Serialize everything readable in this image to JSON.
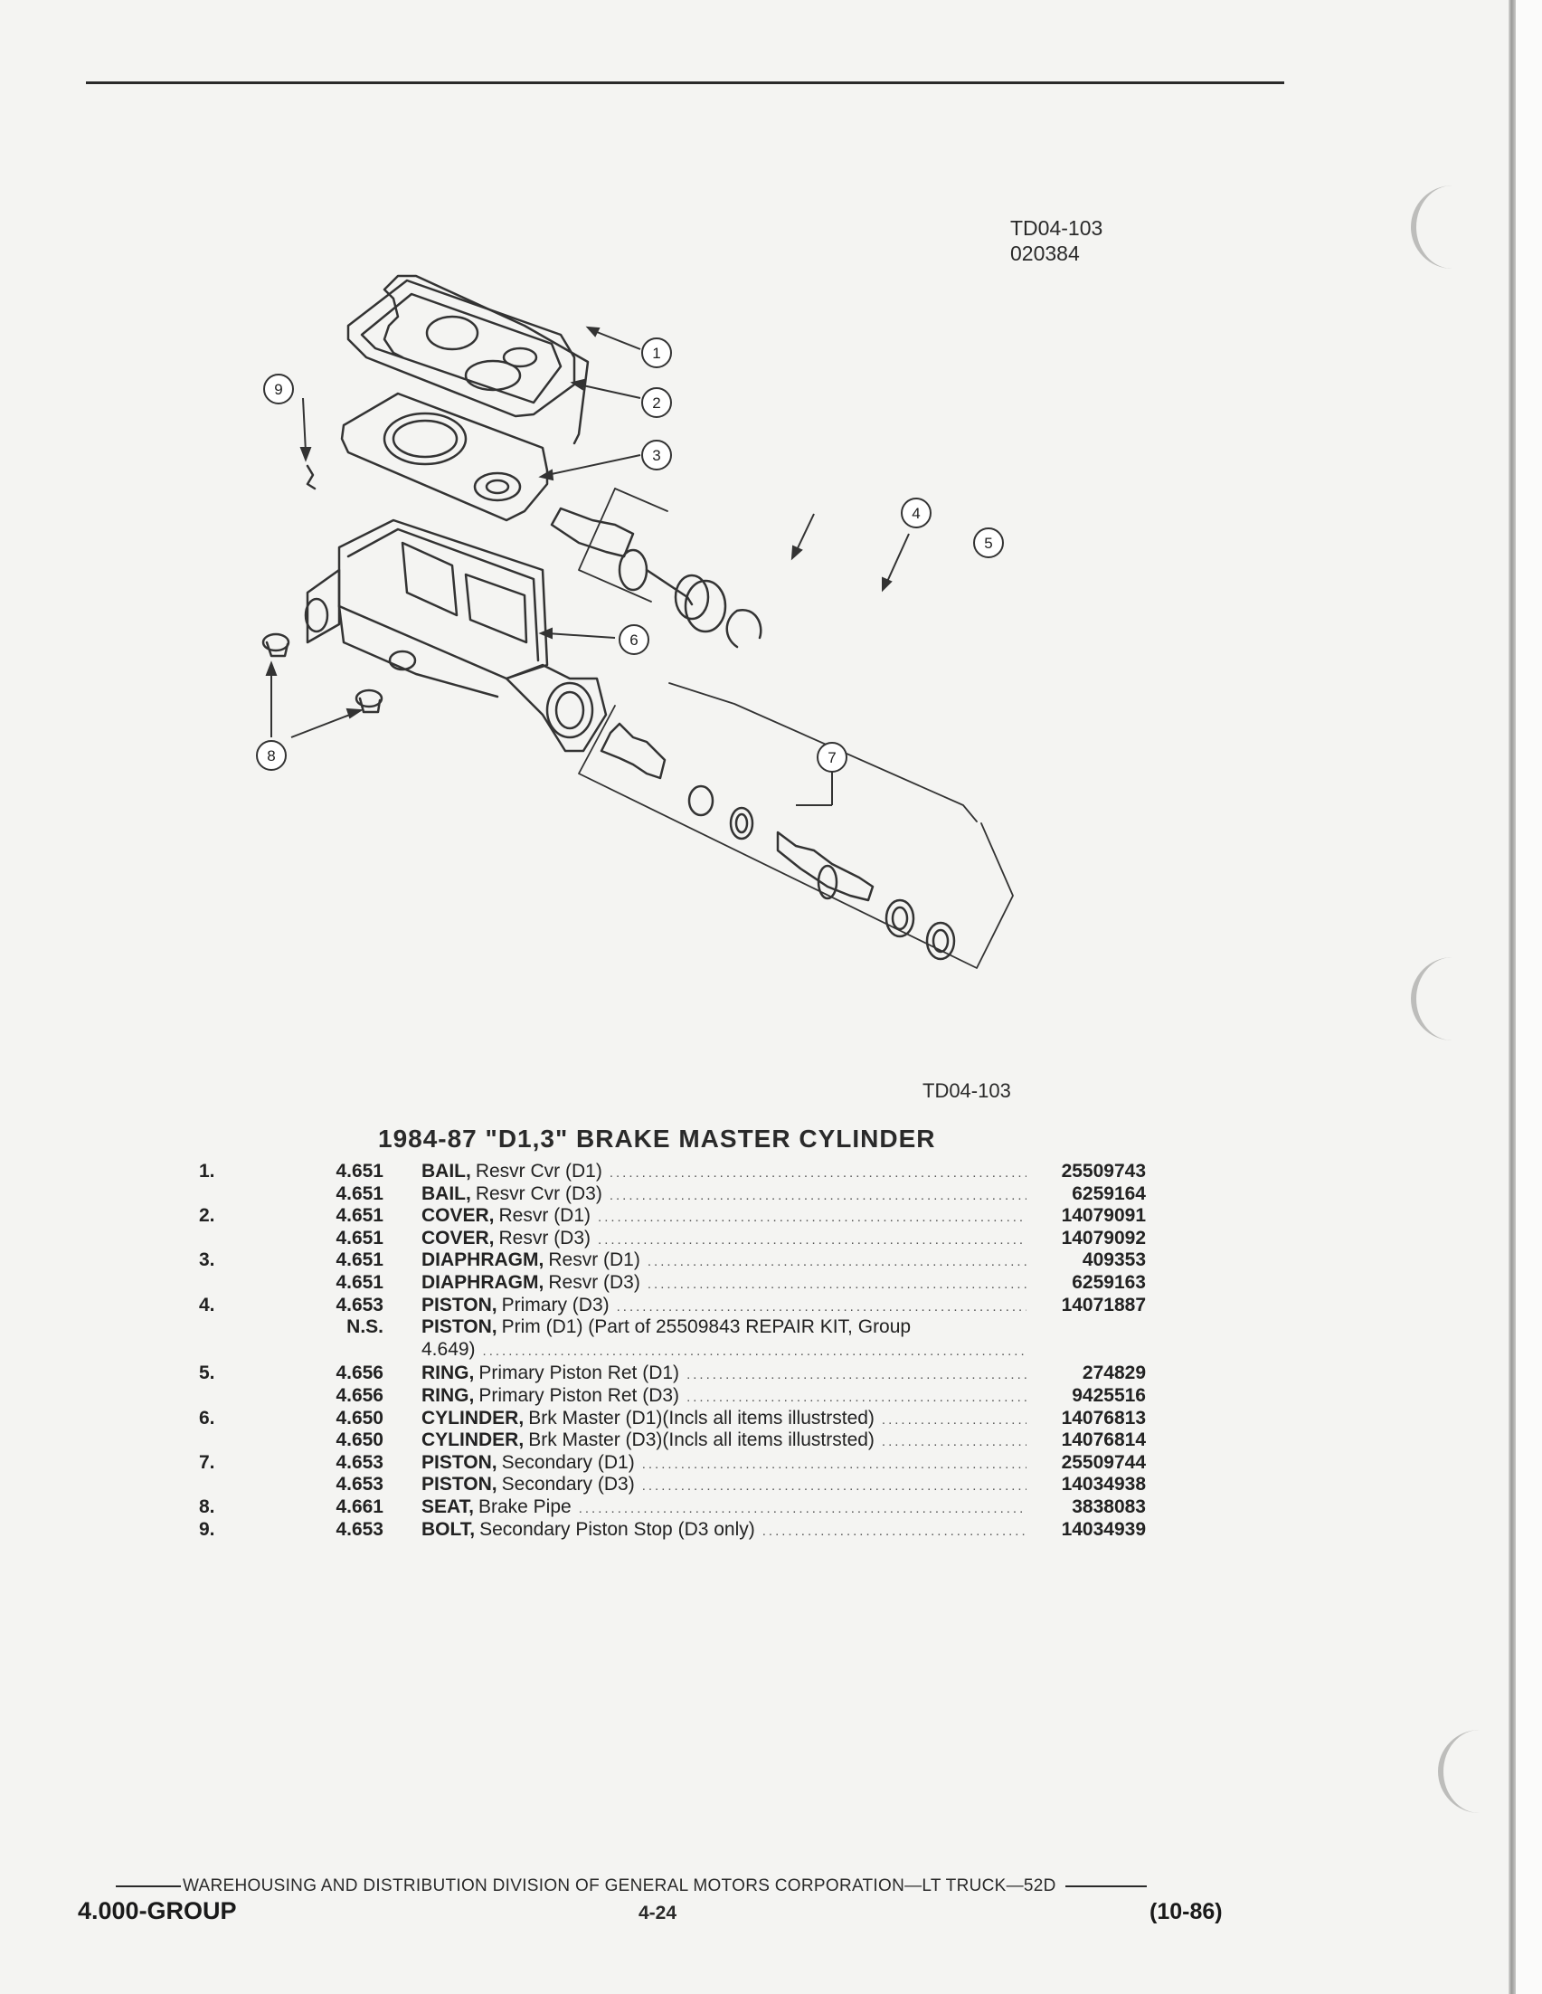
{
  "figure": {
    "ref_top": "TD04-103",
    "ref_date": "020384",
    "ref_bottom": "TD04-103",
    "callouts": [
      "1",
      "2",
      "3",
      "4",
      "5",
      "6",
      "7",
      "8",
      "9"
    ]
  },
  "title": "1984-87 \"D1,3\" BRAKE MASTER CYLINDER",
  "rows": [
    {
      "item": "1.",
      "group": "4.651",
      "name": "BAIL,",
      "desc": "Resvr Cvr (D1)",
      "part": "25509743"
    },
    {
      "item": "",
      "group": "4.651",
      "name": "BAIL,",
      "desc": "Resvr Cvr (D3)",
      "part": "6259164"
    },
    {
      "item": "2.",
      "group": "4.651",
      "name": "COVER,",
      "desc": "Resvr (D1)",
      "part": "14079091"
    },
    {
      "item": "",
      "group": "4.651",
      "name": "COVER,",
      "desc": "Resvr (D3)",
      "part": "14079092"
    },
    {
      "item": "3.",
      "group": "4.651",
      "name": "DIAPHRAGM,",
      "desc": "Resvr (D1)",
      "part": "409353"
    },
    {
      "item": "",
      "group": "4.651",
      "name": "DIAPHRAGM,",
      "desc": "Resvr (D3)",
      "part": "6259163"
    },
    {
      "item": "4.",
      "group": "4.653",
      "name": "PISTON,",
      "desc": "Primary (D3)",
      "part": "14071887"
    },
    {
      "item": "",
      "group": "N.S.",
      "name": "PISTON,",
      "desc": "Prim (D1) (Part of 25509843 REPAIR KIT, Group",
      "desc2": "4.649)",
      "part": ""
    },
    {
      "item": "5.",
      "group": "4.656",
      "name": "RING,",
      "desc": "Primary Piston Ret (D1)",
      "part": "274829"
    },
    {
      "item": "",
      "group": "4.656",
      "name": "RING,",
      "desc": "Primary Piston Ret (D3)",
      "part": "9425516"
    },
    {
      "item": "6.",
      "group": "4.650",
      "name": "CYLINDER,",
      "desc": "Brk Master (D1)(Incls all items illustrsted)",
      "part": "14076813"
    },
    {
      "item": "",
      "group": "4.650",
      "name": "CYLINDER,",
      "desc": "Brk Master (D3)(Incls all items illustrsted)",
      "part": "14076814"
    },
    {
      "item": "7.",
      "group": "4.653",
      "name": "PISTON,",
      "desc": "Secondary (D1)",
      "part": "25509744"
    },
    {
      "item": "",
      "group": "4.653",
      "name": "PISTON,",
      "desc": "Secondary (D3)",
      "part": "14034938"
    },
    {
      "item": "8.",
      "group": "4.661",
      "name": "SEAT,",
      "desc": "Brake Pipe",
      "part": "3838083"
    },
    {
      "item": "9.",
      "group": "4.653",
      "name": "BOLT,",
      "desc": "Secondary Piston Stop (D3 only)",
      "part": "14034939"
    }
  ],
  "footer": {
    "line": "WAREHOUSING AND DISTRIBUTION  DIVISION OF GENERAL MOTORS CORPORATION—LT TRUCK—52D",
    "group": "4.000-GROUP",
    "page": "4-24",
    "date": "(10-86)"
  }
}
